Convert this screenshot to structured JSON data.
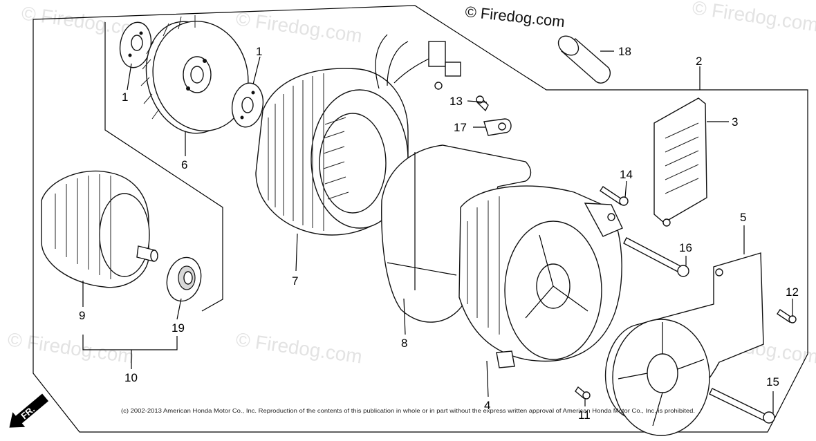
{
  "watermark": {
    "main": "© Firedog.com",
    "faint": "© Firedog.com"
  },
  "copyright": "(c) 2002-2013 American Honda Motor Co., Inc. Reproduction of the contents of this publication in whole or in part without the express written approval of American Honda Motor Co., Inc. is prohibited.",
  "front_marker": "FR.",
  "callouts": [
    "1",
    "1",
    "2",
    "3",
    "4",
    "5",
    "6",
    "7",
    "8",
    "9",
    "10",
    "11",
    "12",
    "13",
    "14",
    "15",
    "16",
    "17",
    "18",
    "19"
  ]
}
